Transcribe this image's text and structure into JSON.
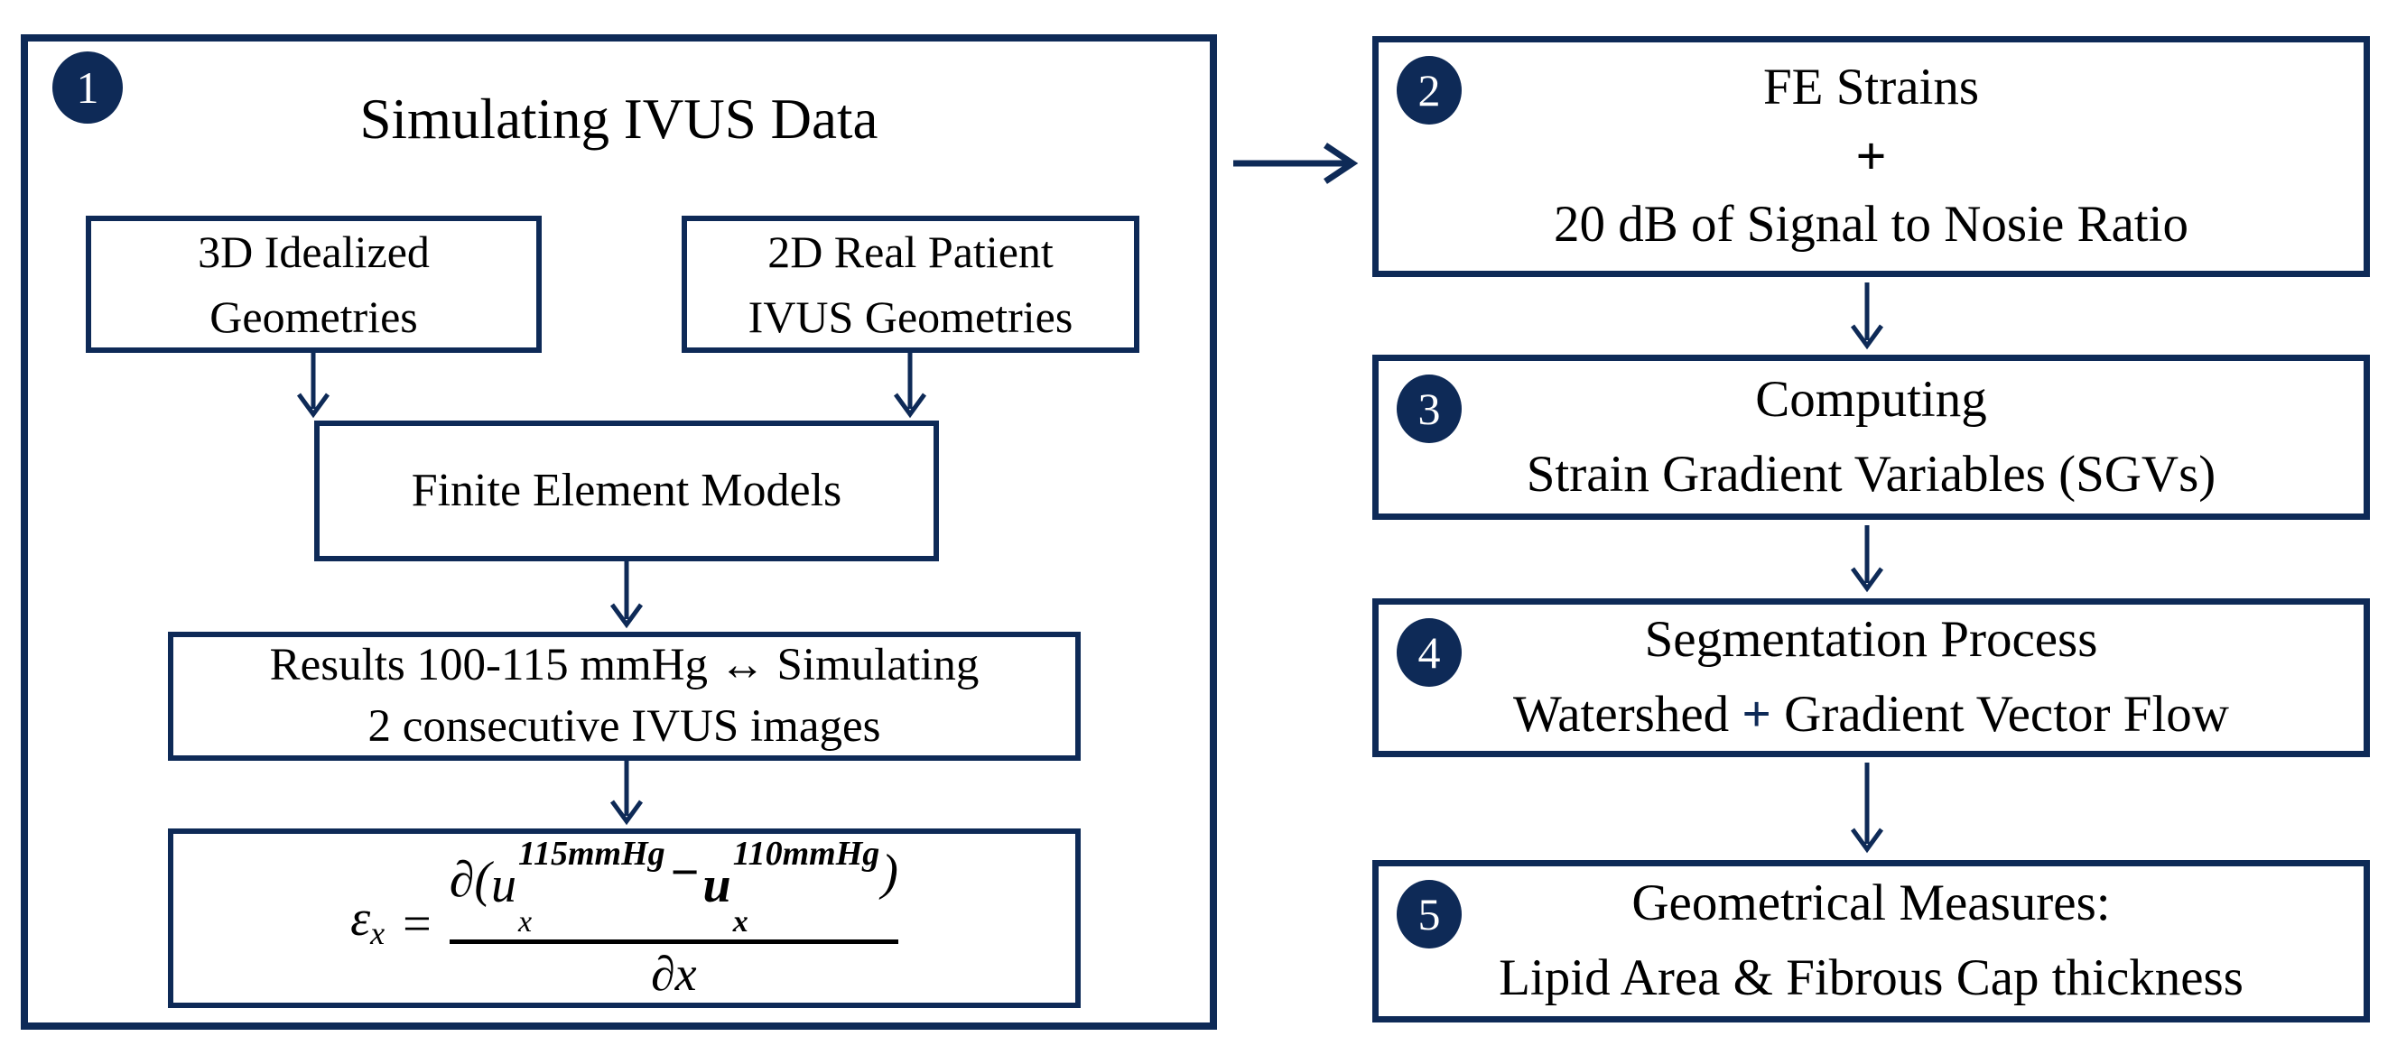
{
  "colors": {
    "navy": "#0e2a57",
    "text": "#000000",
    "background": "#ffffff"
  },
  "panel1": {
    "badge": "1",
    "title": "Simulating IVUS Data",
    "box_3d": {
      "line1": "3D Idealized",
      "line2": "Geometries"
    },
    "box_2d": {
      "line1": "2D Real Patient",
      "line2": "IVUS Geometries"
    },
    "fem_box": {
      "label": "Finite Element Models"
    },
    "results_box": {
      "line1": "Results 100-115 mmHg ↔ Simulating",
      "line2": "2 consecutive IVUS images"
    },
    "formula": {
      "lhs_symbol": "ε",
      "lhs_sub": "x",
      "equals": "=",
      "open": "∂(",
      "u_first": "u",
      "u_first_sup": "115mmHg",
      "u_first_sub": "x",
      "minus": "−",
      "u_second": "u",
      "u_second_sup": "110mmHg",
      "u_second_sub": "x",
      "close": ")",
      "denominator": "∂x"
    }
  },
  "step2": {
    "badge": "2",
    "line1": "FE Strains",
    "plus": "+",
    "line2": "20 dB of Signal to Nosie Ratio"
  },
  "step3": {
    "badge": "3",
    "line1": "Computing",
    "line2": "Strain Gradient Variables (SGVs)"
  },
  "step4": {
    "badge": "4",
    "line1": "Segmentation Process",
    "line2_prefix": "Watershed",
    "line2_plus": "+",
    "line2_suffix": "Gradient Vector Flow"
  },
  "step5": {
    "badge": "5",
    "line1": "Geometrical Measures:",
    "line2": "Lipid Area & Fibrous Cap thickness"
  }
}
